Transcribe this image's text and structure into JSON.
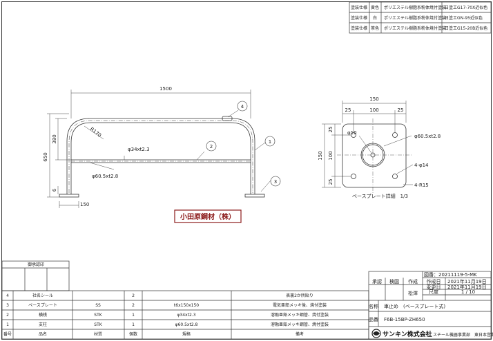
{
  "paint_table": [
    {
      "label": "塗装仕様",
      "color": "黄色",
      "method": "ポリエステル樹脂系粉体焼付塗装",
      "paint": "日塗工G17-70X近似色"
    },
    {
      "label": "塗装仕様",
      "color": "白",
      "method": "ポリエステル樹脂系粉体焼付塗装",
      "paint": "日塗工GN-95近似色"
    },
    {
      "label": "塗装仕様",
      "color": "茶色",
      "method": "ポリエステル樹脂系粉体焼付塗装",
      "paint": "日塗工G15-20B近似色"
    }
  ],
  "front_view": {
    "width_dim": "1500",
    "height_dim": "650",
    "upper_dim": "380",
    "plate_width_dim": "150",
    "plate_thick_dim": "6",
    "bend_radius": "R170",
    "cross_bar_spec": "φ34xt2.3",
    "pipe_spec": "φ60.5xt2.8",
    "balloons": [
      "1",
      "2",
      "3",
      "4"
    ]
  },
  "base_view": {
    "outer_dim": "150",
    "h_dims": [
      "25",
      "100",
      "25"
    ],
    "v_outer_dim": "150",
    "v_dims": [
      "25",
      "100",
      "25"
    ],
    "pipe_note": "φ60.5xt2.8",
    "hole_note": "φ10",
    "holes_note": "4-φ14",
    "radius_note": "4-R15",
    "caption": "ベースプレート詳細　1/3"
  },
  "stamp": "小田原鋼材（株）",
  "approval_box": {
    "title": "御承認印"
  },
  "parts_header": {
    "no": "番号",
    "name": "品名",
    "material": "材質",
    "qty": "個数",
    "spec": "規格",
    "note": "備考"
  },
  "parts": [
    {
      "no": "4",
      "name": "社名シール",
      "material": "",
      "qty": "2",
      "spec": "",
      "note": "表裏2か所貼り"
    },
    {
      "no": "3",
      "name": "ベースプレート",
      "material": "SS",
      "qty": "2",
      "spec": "t6x150x150",
      "note": "電気亜鉛メッキ後、焼付塗装"
    },
    {
      "no": "2",
      "name": "横桟",
      "material": "STK",
      "qty": "1",
      "spec": "φ34xt2.3",
      "note": "溶融亜鉛メッキ鋼管、焼付塗装"
    },
    {
      "no": "1",
      "name": "支柱",
      "material": "STK",
      "qty": "1",
      "spec": "φ60.5xt2.8",
      "note": "溶融亜鉛メッキ鋼管、焼付塗装"
    }
  ],
  "title_block": {
    "drawing_no": "図番：20211119-5-MK",
    "approve": "承認",
    "check": "検図",
    "make": "作成",
    "created_label": "作成日",
    "created_date": "2021年11月19日",
    "changed_label": "変更日",
    "changed_date": "2021年11月19日",
    "scale_label": "尺度",
    "scale": "1 / 10",
    "drafter": "松澤",
    "name_label": "名称",
    "name": "車止め　(ベースプレート式)",
    "model_label": "品番",
    "model": "F6B-15BP-ZH650",
    "company": "サンキン株式会社",
    "dept": "スチール機器事業部　東日本営業部"
  }
}
